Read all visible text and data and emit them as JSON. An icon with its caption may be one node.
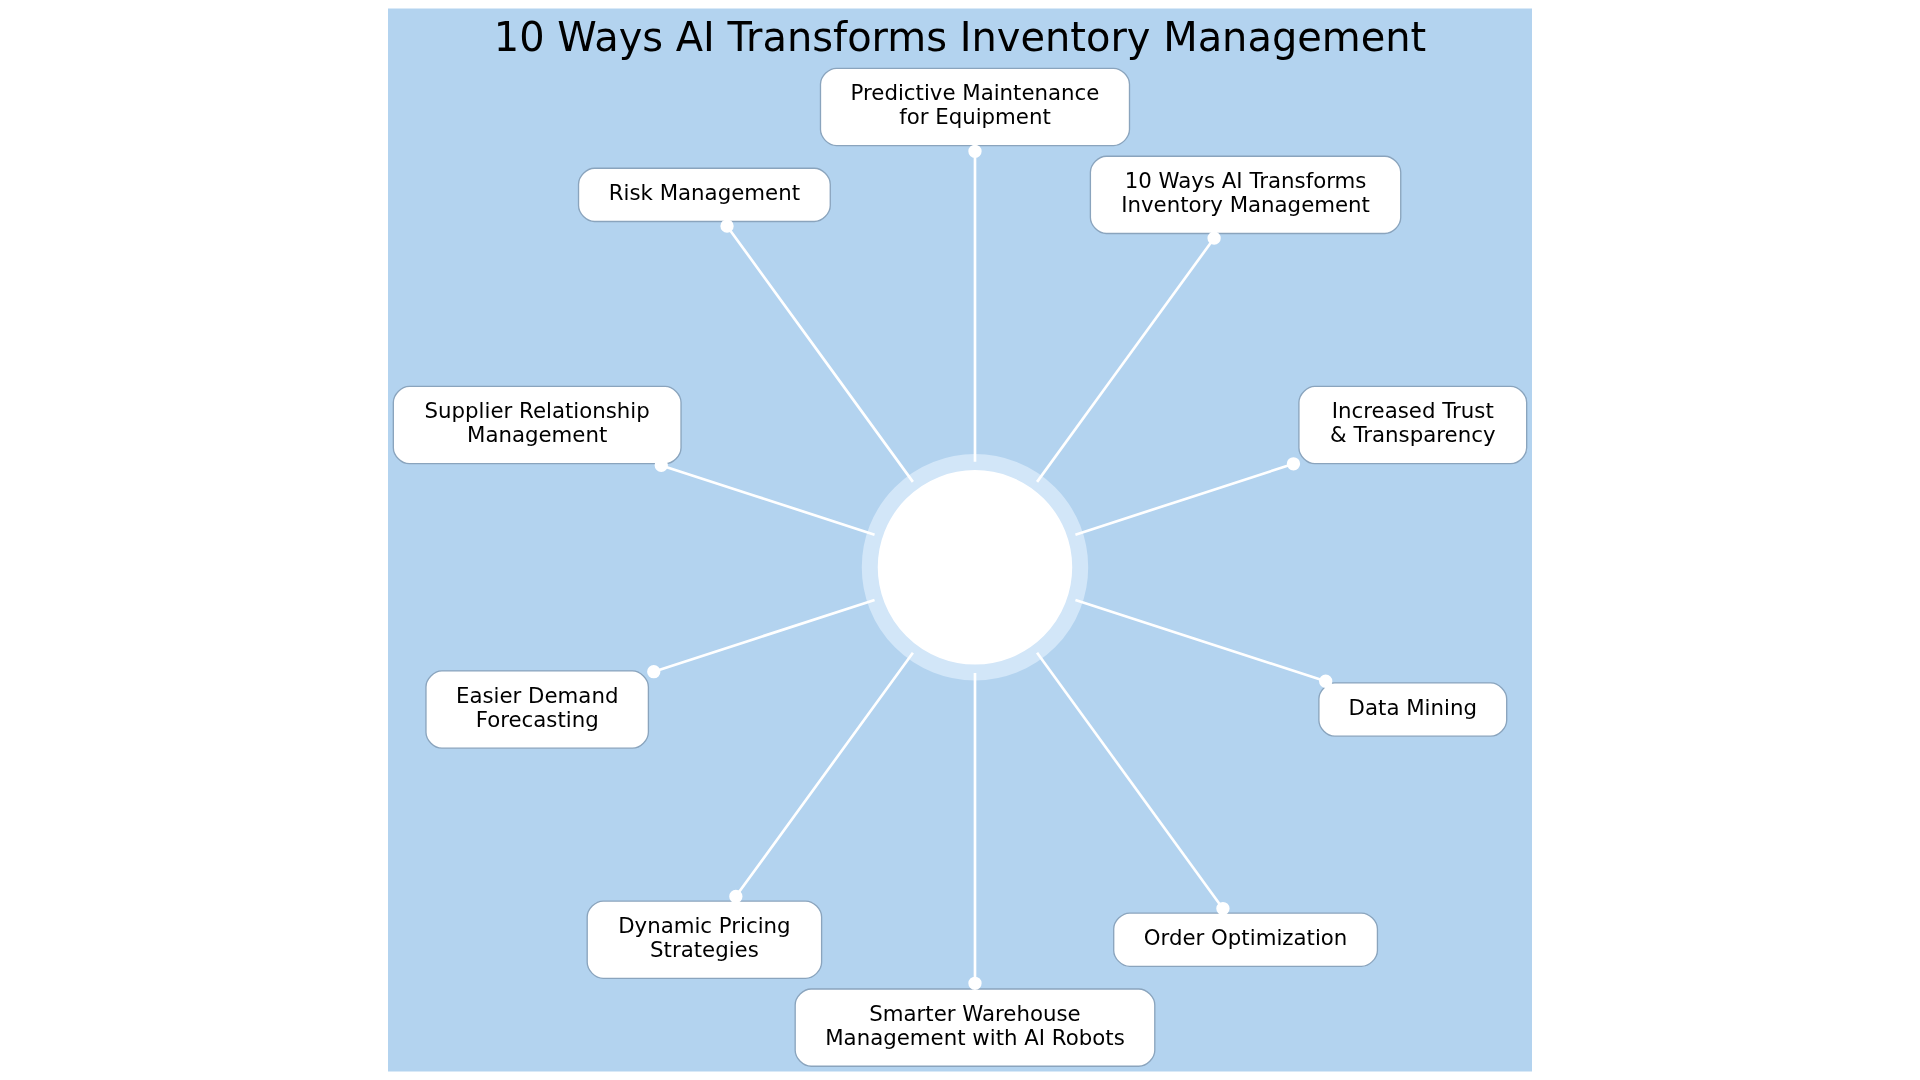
{
  "diagram": {
    "title": "10 Ways AI Transforms Inventory Management",
    "nodes": [
      {
        "text": [],
        "shape": "circle"
      },
      {
        "text": [
          "Increased Trust & Transparency"
        ]
      },
      {
        "text": [
          "10 Ways AI Transforms Inventory Management"
        ]
      },
      {
        "text": [
          "Predictive Maintenance for Equipment"
        ]
      },
      {
        "text": [
          "Risk Management"
        ]
      },
      {
        "text": [
          "Supplier Relationship Management"
        ]
      },
      {
        "text": [
          "Easier Demand Forecasting"
        ]
      },
      {
        "text": [
          "Dynamic Pricing Strategies"
        ]
      },
      {
        "text": [
          "Smarter Warehouse Management with AI Robots"
        ]
      },
      {
        "text": [
          "Order Optimization"
        ]
      },
      {
        "text": [
          "Data Mining"
        ]
      }
    ],
    "edges": [
      {
        "from": 0,
        "to": 1,
        "arrow": "other"
      },
      {
        "from": 0,
        "to": 2,
        "arrow": "other"
      },
      {
        "from": 0,
        "to": 3,
        "arrow": "other"
      },
      {
        "from": 0,
        "to": 4,
        "arrow": "other"
      },
      {
        "from": 0,
        "to": 5,
        "arrow": "other"
      },
      {
        "from": 0,
        "to": 6,
        "arrow": "other"
      },
      {
        "from": 0,
        "to": 7,
        "arrow": "other"
      },
      {
        "from": 0,
        "to": 8,
        "arrow": "other"
      },
      {
        "from": 0,
        "to": 9,
        "arrow": "other"
      },
      {
        "from": 0,
        "to": 10,
        "arrow": "other"
      }
    ]
  }
}
